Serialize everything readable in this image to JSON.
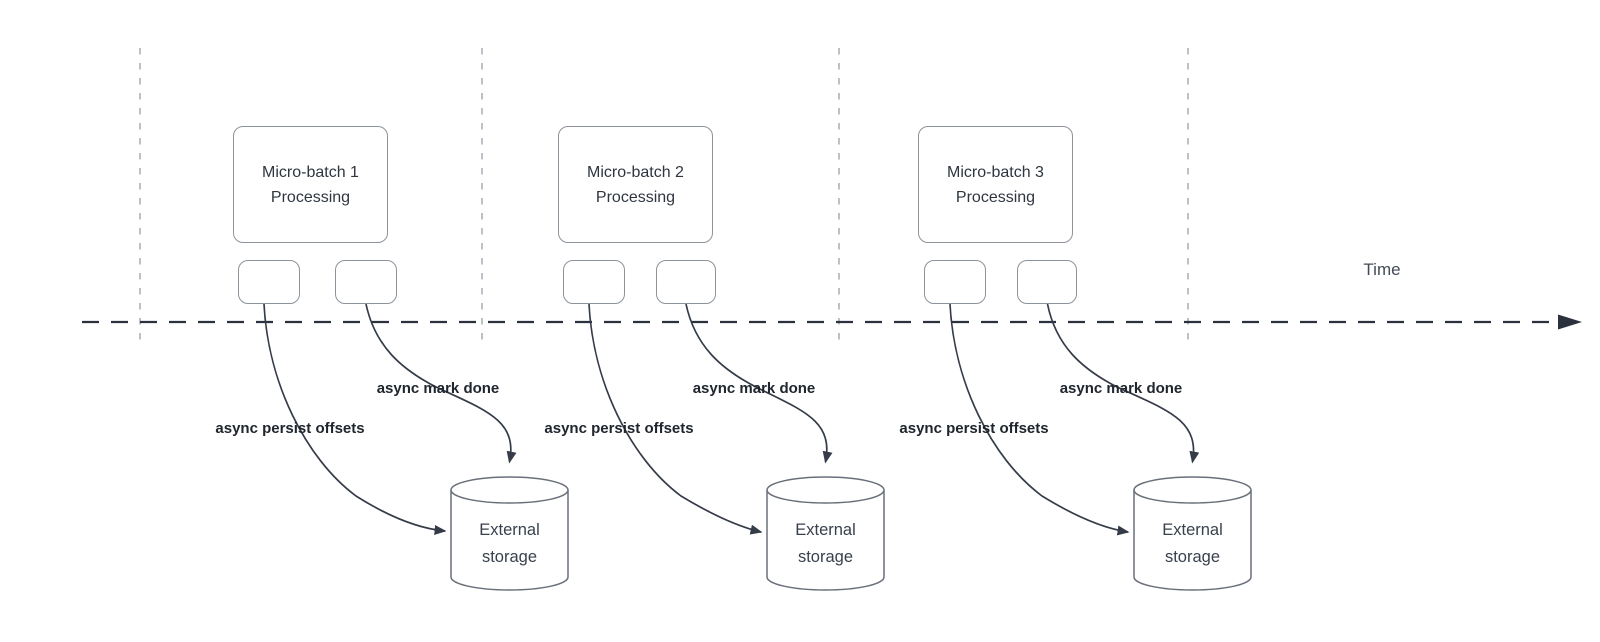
{
  "diagram": {
    "type": "micro-batch-timeline",
    "time_axis": {
      "label": "Time"
    },
    "colors": {
      "background": "#ffffff",
      "gridline_dash": "#adb1b8",
      "axis_line": "#2b323d",
      "arrow_line": "#353c48",
      "shape_border": "#8d939b",
      "cylinder_border": "#6a707a",
      "process_text": "#2f3640",
      "bold_label_text": "#20262e",
      "time_text": "#424b58"
    },
    "groups": [
      {
        "process_title": "Micro-batch 1",
        "process_subtitle": "Processing",
        "persist_label": "async persist offsets",
        "mark_done_label": "async mark done",
        "storage_title": "External",
        "storage_subtitle": "storage"
      },
      {
        "process_title": "Micro-batch 2",
        "process_subtitle": "Processing",
        "persist_label": "async persist offsets",
        "mark_done_label": "async mark done",
        "storage_title": "External",
        "storage_subtitle": "storage"
      },
      {
        "process_title": "Micro-batch 3",
        "process_subtitle": "Processing",
        "persist_label": "async persist offsets",
        "mark_done_label": "async mark done",
        "storage_title": "External",
        "storage_subtitle": "storage"
      }
    ]
  }
}
